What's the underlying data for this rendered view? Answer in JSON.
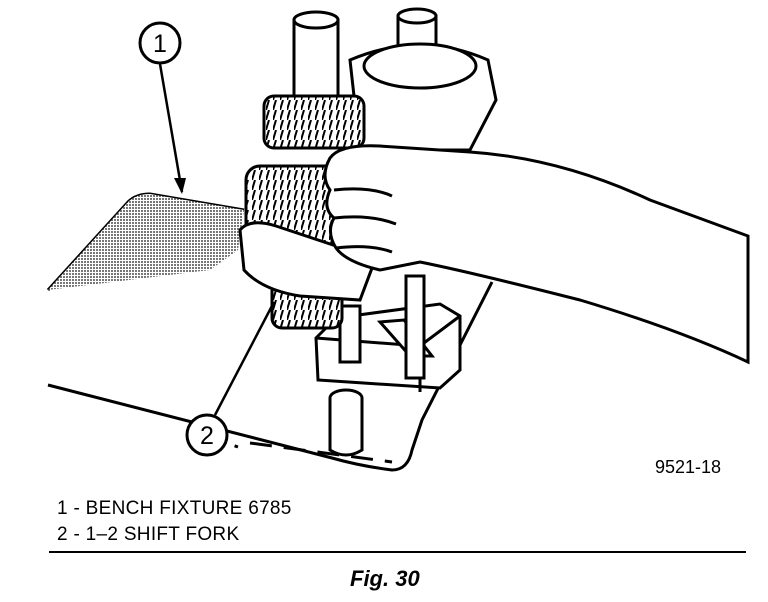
{
  "figure": {
    "callouts": [
      {
        "number": "1",
        "description": "BENCH FIXTURE 6785"
      },
      {
        "number": "2",
        "description": "1–2 SHIFT FORK"
      }
    ],
    "legend": [
      "1 - BENCH FIXTURE 6785",
      "2 - 1–2 SHIFT FORK"
    ],
    "image_code": "9521-18",
    "caption": "Fig. 30",
    "colors": {
      "ink": "#000000",
      "paper": "#ffffff",
      "shade": "#9a9a9a"
    }
  }
}
